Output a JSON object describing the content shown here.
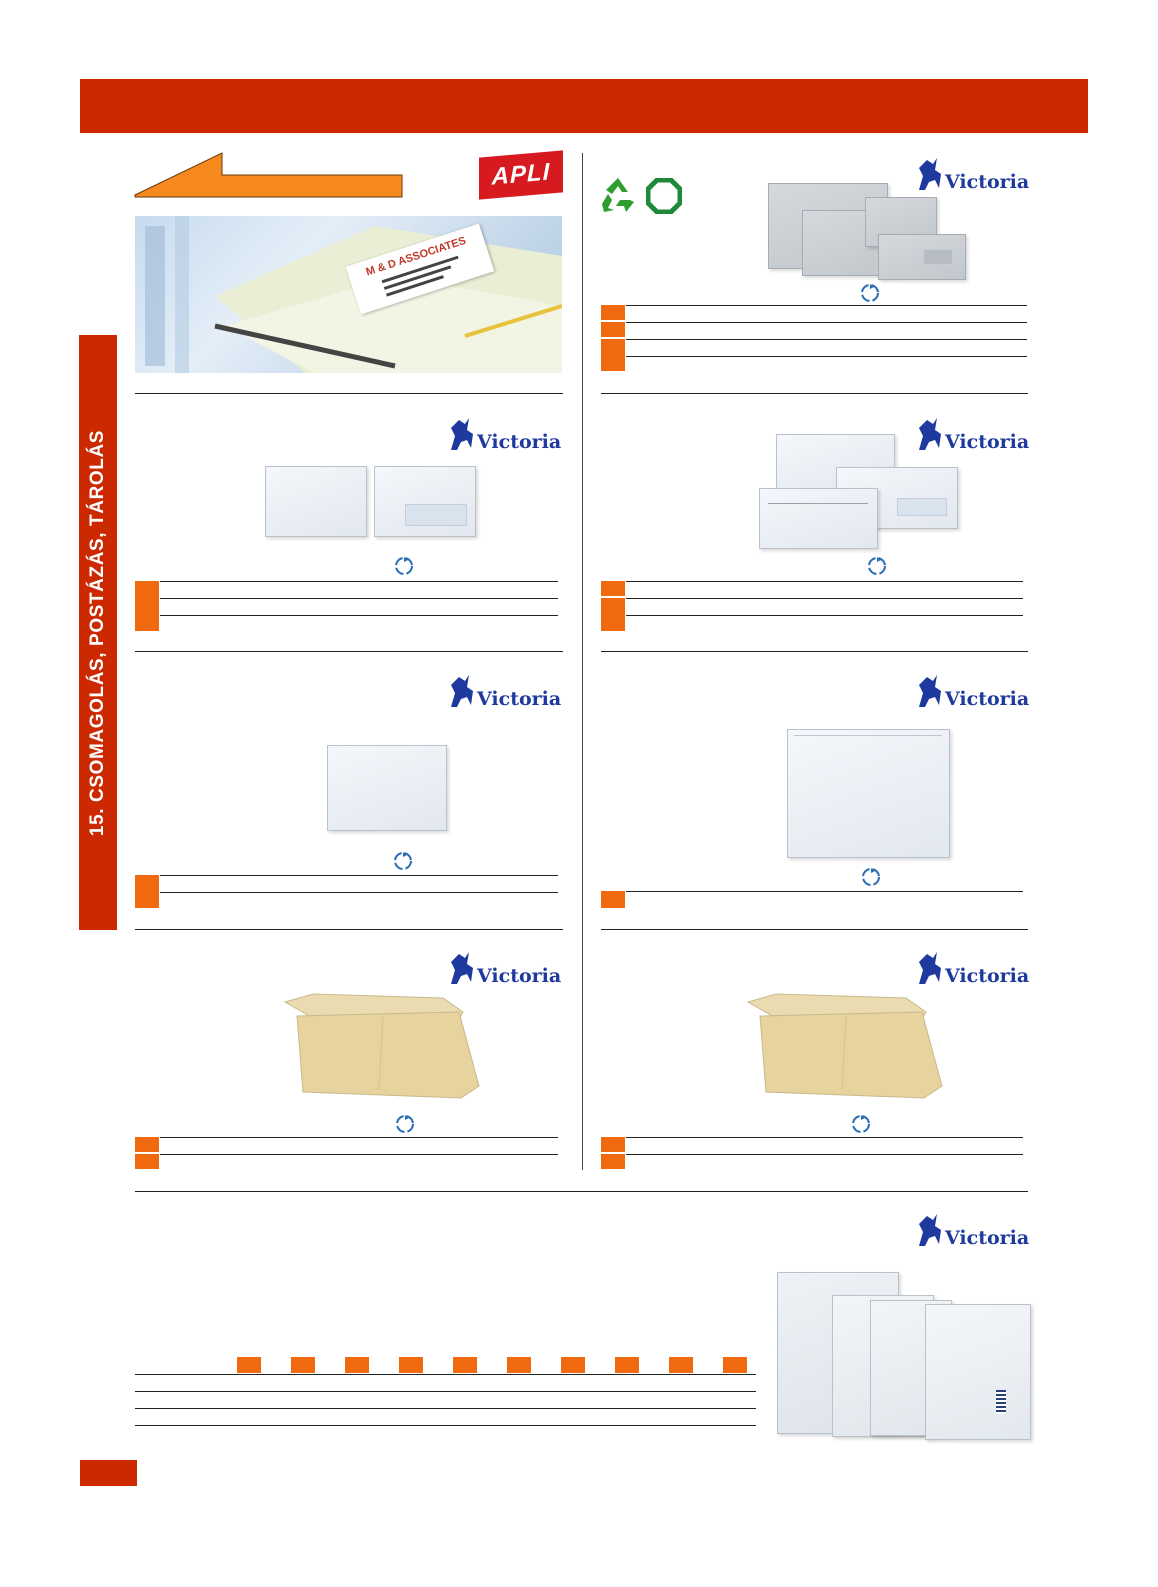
{
  "side_tab": {
    "label": "15. CSOMAGOLÁS, POSTÁZÁS, TÁROLÁS"
  },
  "brand": {
    "victoria": "Victoria",
    "apli": "APLI"
  },
  "hero": {
    "label_company": "M & D ASSOCIATES"
  },
  "colors": {
    "header_band": "#cc2900",
    "accent_orange": "#f26a10",
    "victoria_blue": "#1f3a9e",
    "apli_red": "#d71920"
  },
  "icons": [
    "arrow-left-icon",
    "recycle-icon",
    "eco-ring-icon",
    "recycle-small-icon",
    "horse-logo-icon"
  ]
}
